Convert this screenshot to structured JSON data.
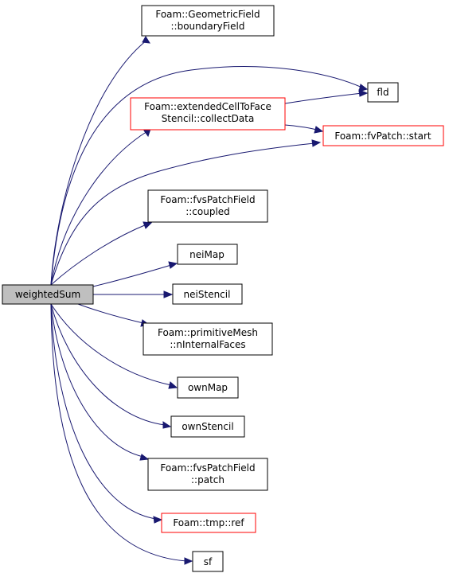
{
  "colors": {
    "edge": "#191970",
    "root_fill": "#bfbfbf",
    "red_border": "#ff0000",
    "black_border": "#000000"
  },
  "nodes": {
    "root": {
      "lines": [
        "weightedSum"
      ]
    },
    "boundaryField": {
      "lines": [
        "Foam::GeometricField",
        "::boundaryField"
      ]
    },
    "fld": {
      "lines": [
        "fld"
      ]
    },
    "collectData": {
      "lines": [
        "Foam::extendedCellToFace",
        "Stencil::collectData"
      ]
    },
    "start": {
      "lines": [
        "Foam::fvPatch::start"
      ]
    },
    "coupled": {
      "lines": [
        "Foam::fvsPatchField",
        "::coupled"
      ]
    },
    "neiMap": {
      "lines": [
        "neiMap"
      ]
    },
    "neiStencil": {
      "lines": [
        "neiStencil"
      ]
    },
    "nInternalFaces": {
      "lines": [
        "Foam::primitiveMesh",
        "::nInternalFaces"
      ]
    },
    "ownMap": {
      "lines": [
        "ownMap"
      ]
    },
    "ownStencil": {
      "lines": [
        "ownStencil"
      ]
    },
    "patch": {
      "lines": [
        "Foam::fvsPatchField",
        "::patch"
      ]
    },
    "ref": {
      "lines": [
        "Foam::tmp::ref"
      ]
    },
    "sf": {
      "lines": [
        "sf"
      ]
    }
  }
}
